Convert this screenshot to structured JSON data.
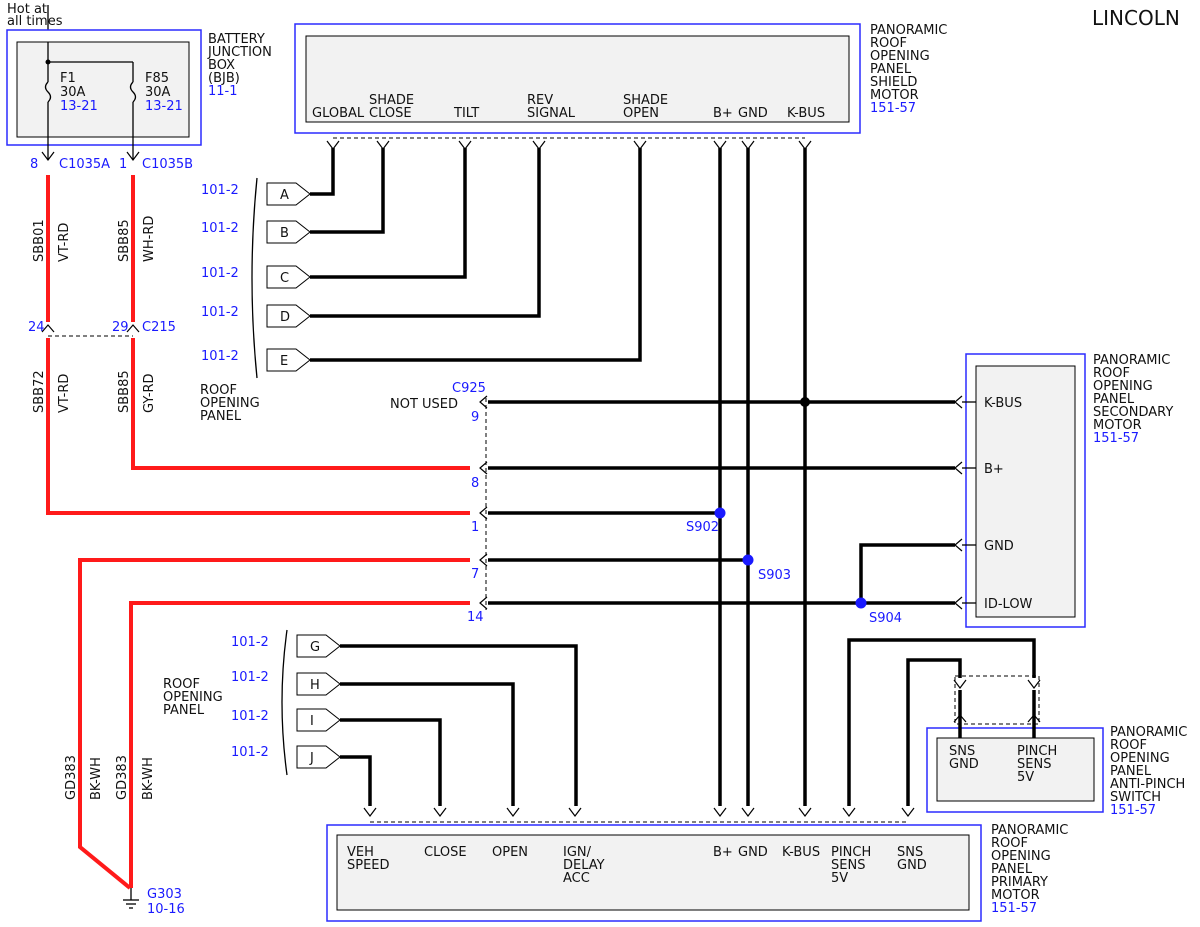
{
  "brand": "LINCOLN",
  "colors": {
    "wire": "#000000",
    "power_wire": "#ff1a1a",
    "ref": "#1a1aff",
    "splice": "#1a1aff"
  },
  "hot_label": [
    "Hot at",
    "all times"
  ],
  "bjb": {
    "title": [
      "BATTERY",
      "JUNCTION",
      "BOX",
      "(BJB)"
    ],
    "ref": "11-1",
    "fuses": [
      {
        "name": "F1",
        "rating": "30A",
        "ref": "13-21"
      },
      {
        "name": "F85",
        "rating": "30A",
        "ref": "13-21"
      }
    ]
  },
  "shield_motor": {
    "title": [
      "PANORAMIC",
      "ROOF",
      "OPENING",
      "PANEL",
      "SHIELD",
      "MOTOR"
    ],
    "ref": "151-57",
    "pins": [
      "GLOBAL",
      [
        "SHADE",
        "CLOSE"
      ],
      "TILT",
      [
        "REV",
        "SIGNAL"
      ],
      [
        "SHADE",
        "OPEN"
      ],
      "B+",
      "GND",
      "K-BUS"
    ]
  },
  "secondary_motor": {
    "title": [
      "PANORAMIC",
      "ROOF",
      "OPENING",
      "PANEL",
      "SECONDARY",
      "MOTOR"
    ],
    "ref": "151-57",
    "pins": [
      "K-BUS",
      "B+",
      "GND",
      "ID-LOW"
    ]
  },
  "anti_pinch": {
    "title": [
      "PANORAMIC",
      "ROOF",
      "OPENING",
      "PANEL",
      "ANTI-PINCH",
      "SWITCH"
    ],
    "ref": "151-57",
    "pins": [
      [
        "SNS",
        "GND"
      ],
      [
        "PINCH",
        "SENS",
        "5V"
      ]
    ]
  },
  "primary_motor": {
    "title": [
      "PANORAMIC",
      "ROOF",
      "OPENING",
      "PANEL",
      "PRIMARY",
      "MOTOR"
    ],
    "ref": "151-57",
    "pins": [
      [
        "VEH",
        "SPEED"
      ],
      "CLOSE",
      "OPEN",
      [
        "IGN/",
        "DELAY",
        "ACC"
      ],
      "B+",
      "GND",
      "K-BUS",
      [
        "PINCH",
        "SENS",
        "5V"
      ],
      [
        "SNS",
        "GND"
      ]
    ]
  },
  "connectors": {
    "c1035a": {
      "pin": "8",
      "name": "C1035A"
    },
    "c1035b": {
      "pin": "1",
      "name": "C1035B"
    },
    "c215": {
      "pin_a": "24",
      "pin_b": "29",
      "name": "C215"
    },
    "c925": {
      "name": "C925",
      "not_used": "NOT USED",
      "pins": [
        "9",
        "8",
        "1",
        "7",
        "14"
      ]
    }
  },
  "wires": {
    "upper_left": {
      "circuit": "SBB01",
      "color": "VT-RD"
    },
    "upper_right": {
      "circuit": "SBB85",
      "color": "WH-RD"
    },
    "lower_left": {
      "circuit": "SBB72",
      "color": "VT-RD"
    },
    "lower_right": {
      "circuit": "SBB85",
      "color": "GY-RD"
    },
    "ground_left": {
      "circuit": "GD383",
      "color": "BK-WH"
    },
    "ground_right": {
      "circuit": "GD383",
      "color": "BK-WH"
    }
  },
  "splices": [
    "S902",
    "S903",
    "S904"
  ],
  "ground": {
    "name": "G303",
    "ref": "10-16"
  },
  "roof_panel_top": {
    "label": [
      "ROOF",
      "OPENING",
      "PANEL"
    ],
    "tags": [
      {
        "letter": "A",
        "ref": "101-2"
      },
      {
        "letter": "B",
        "ref": "101-2"
      },
      {
        "letter": "C",
        "ref": "101-2"
      },
      {
        "letter": "D",
        "ref": "101-2"
      },
      {
        "letter": "E",
        "ref": "101-2"
      }
    ]
  },
  "roof_panel_bottom": {
    "label": [
      "ROOF",
      "OPENING",
      "PANEL"
    ],
    "tags": [
      {
        "letter": "G",
        "ref": "101-2"
      },
      {
        "letter": "H",
        "ref": "101-2"
      },
      {
        "letter": "I",
        "ref": "101-2"
      },
      {
        "letter": "J",
        "ref": "101-2"
      }
    ]
  }
}
